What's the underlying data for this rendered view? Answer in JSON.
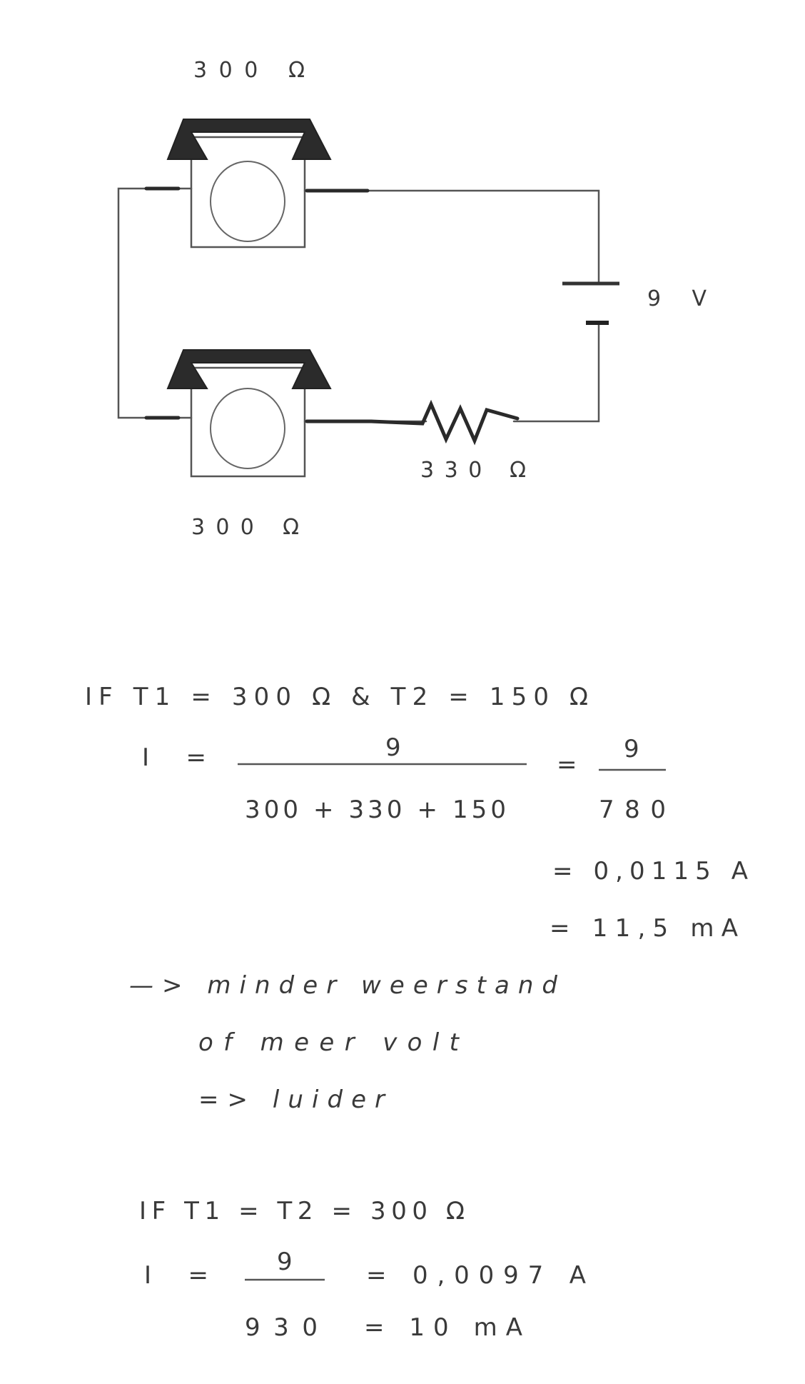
{
  "circuit": {
    "speaker_top_label": "300 Ω",
    "speaker_bottom_label": "300 Ω",
    "resistor_label": "330 Ω",
    "battery_label": "9 V",
    "icons": [
      "speaker-icon",
      "battery-icon",
      "resistor-icon"
    ]
  },
  "calc1": {
    "condition": "IF  T1 = 300 Ω  &  T2 = 150 Ω",
    "lhs": "I  =",
    "numerator": "9",
    "denominator": "300 + 330 + 150",
    "eq_sign": "=",
    "numerator2": "9",
    "denominator2": "780",
    "result_a": "= 0,0115 A",
    "result_ma": "= 11,5 mA"
  },
  "notes": {
    "line1": "—> minder weerstand",
    "line2": "of meer volt",
    "line3": "=> luider"
  },
  "calc2": {
    "condition": "IF  T1 = T2 = 300 Ω",
    "lhs": "I  =",
    "numerator": "9",
    "denominator": "930",
    "result_a": "= 0,0097 A",
    "result_ma": "= 10 mA"
  }
}
